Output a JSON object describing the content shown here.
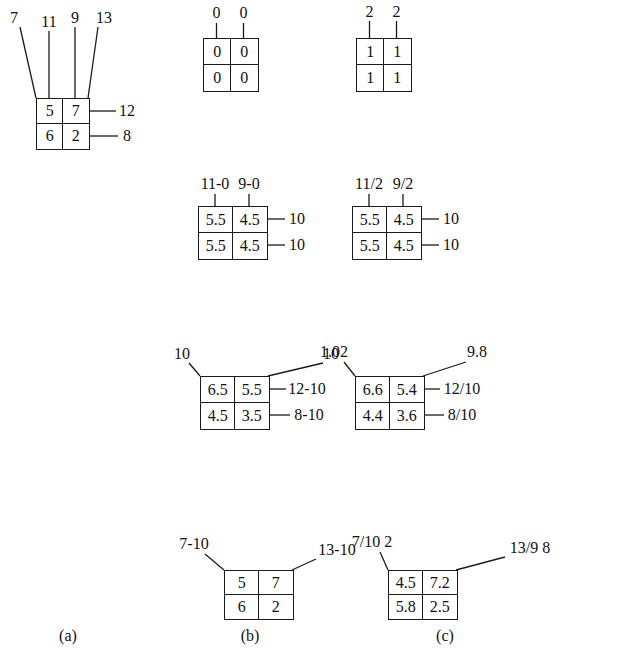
{
  "diagram": {
    "nodes": [
      {
        "text": [
          "5"
        ]
      },
      {
        "text": [
          "7"
        ]
      },
      {
        "text": [
          "6"
        ]
      },
      {
        "text": [
          "2"
        ]
      },
      {
        "text": [
          "0"
        ]
      },
      {
        "text": [
          "0"
        ]
      },
      {
        "text": [
          "0"
        ]
      },
      {
        "text": [
          "0"
        ]
      },
      {
        "text": [
          "1"
        ]
      },
      {
        "text": [
          "1"
        ]
      },
      {
        "text": [
          "1"
        ]
      },
      {
        "text": [
          "1"
        ]
      },
      {
        "text": [
          "5.5"
        ]
      },
      {
        "text": [
          "4.5"
        ]
      },
      {
        "text": [
          "5.5"
        ]
      },
      {
        "text": [
          "4.5"
        ]
      },
      {
        "text": [
          "5.5"
        ]
      },
      {
        "text": [
          "4.5"
        ]
      },
      {
        "text": [
          "5.5"
        ]
      },
      {
        "text": [
          "4.5"
        ]
      },
      {
        "text": [
          "6.5"
        ]
      },
      {
        "text": [
          "5.5"
        ]
      },
      {
        "text": [
          "4.5"
        ]
      },
      {
        "text": [
          "3.5"
        ]
      },
      {
        "text": [
          "6.6"
        ]
      },
      {
        "text": [
          "5.4"
        ]
      },
      {
        "text": [
          "4.4"
        ]
      },
      {
        "text": [
          "3.6"
        ]
      },
      {
        "text": [
          "5"
        ]
      },
      {
        "text": [
          "7"
        ]
      },
      {
        "text": [
          "6"
        ]
      },
      {
        "text": [
          "2"
        ]
      },
      {
        "text": [
          "4.5"
        ]
      },
      {
        "text": [
          "7.2"
        ]
      },
      {
        "text": [
          "5.8"
        ]
      },
      {
        "text": [
          "2.5"
        ]
      }
    ],
    "labels": [
      "7",
      "11",
      "9",
      "13",
      "12",
      "8",
      "0",
      "0",
      "2",
      "2",
      "11-0",
      "9-0",
      "10",
      "10",
      "11/2",
      "9/2",
      "10",
      "10",
      "10",
      "10",
      "12-10",
      "8-10",
      "1.02",
      "9.8",
      "12/10",
      "8/10",
      "7-10",
      "13-10",
      "7/10 2",
      "13/9 8",
      "(a)",
      "(b)",
      "(c)"
    ]
  }
}
